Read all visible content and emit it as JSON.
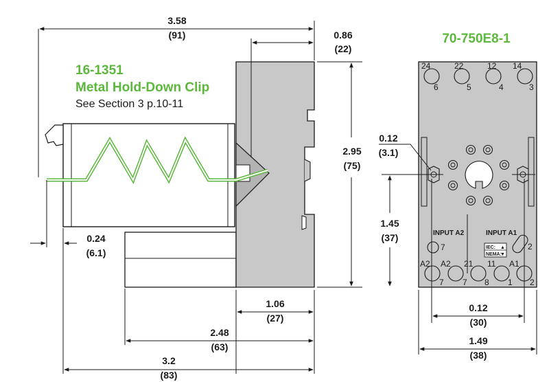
{
  "clip": {
    "part_number": "16-1351",
    "name": "Metal Hold-Down Clip",
    "reference": "See Section 3 p.10-11"
  },
  "socket": {
    "part_number": "70-750E8-1",
    "pin_labels_top": [
      {
        "top": "24",
        "bottom": "6"
      },
      {
        "top": "22",
        "bottom": "5"
      },
      {
        "top": "12",
        "bottom": "4"
      },
      {
        "top": "14",
        "bottom": "3"
      }
    ],
    "pin_labels_bottom": [
      {
        "top": "A2",
        "bottom": "7"
      },
      {
        "top": "A2",
        "bottom": "7"
      },
      {
        "top": "21",
        "bottom": "8"
      },
      {
        "top": "11",
        "bottom": "1"
      },
      {
        "top": "A1",
        "bottom": "2"
      }
    ],
    "input_a2": "INPUT A2",
    "input_a1": "INPUT A1",
    "input_a2_pin": "7",
    "input_a1_pin": "2",
    "iec_label": "IEC:",
    "nema_label": "NEMA:",
    "iec_symbol": "▲",
    "nema_symbol": "▼"
  },
  "dimensions": {
    "overall_width": {
      "in": "3.58",
      "mm": "(91)"
    },
    "rail_depth": {
      "in": "0.86",
      "mm": "(22)"
    },
    "height": {
      "in": "2.95",
      "mm": "(75)"
    },
    "mount_hole_dia": {
      "in": "0.12",
      "mm": "(3.1)"
    },
    "mount_hole_height": {
      "in": "1.45",
      "mm": "(37)"
    },
    "clip_offset": {
      "in": "0.24",
      "mm": "(6.1)"
    },
    "socket_depth": {
      "in": "1.06",
      "mm": "(27)"
    },
    "base_depth": {
      "in": "2.48",
      "mm": "(63)"
    },
    "total_depth": {
      "in": "3.2",
      "mm": "(83)"
    },
    "hole_spacing": {
      "in": "0.12",
      "mm": "(30)"
    },
    "socket_width": {
      "in": "1.49",
      "mm": "(38)"
    }
  },
  "colors": {
    "green": "#5cb83c",
    "gray_body": "#c8c8c8",
    "line": "#1a1a1a"
  }
}
